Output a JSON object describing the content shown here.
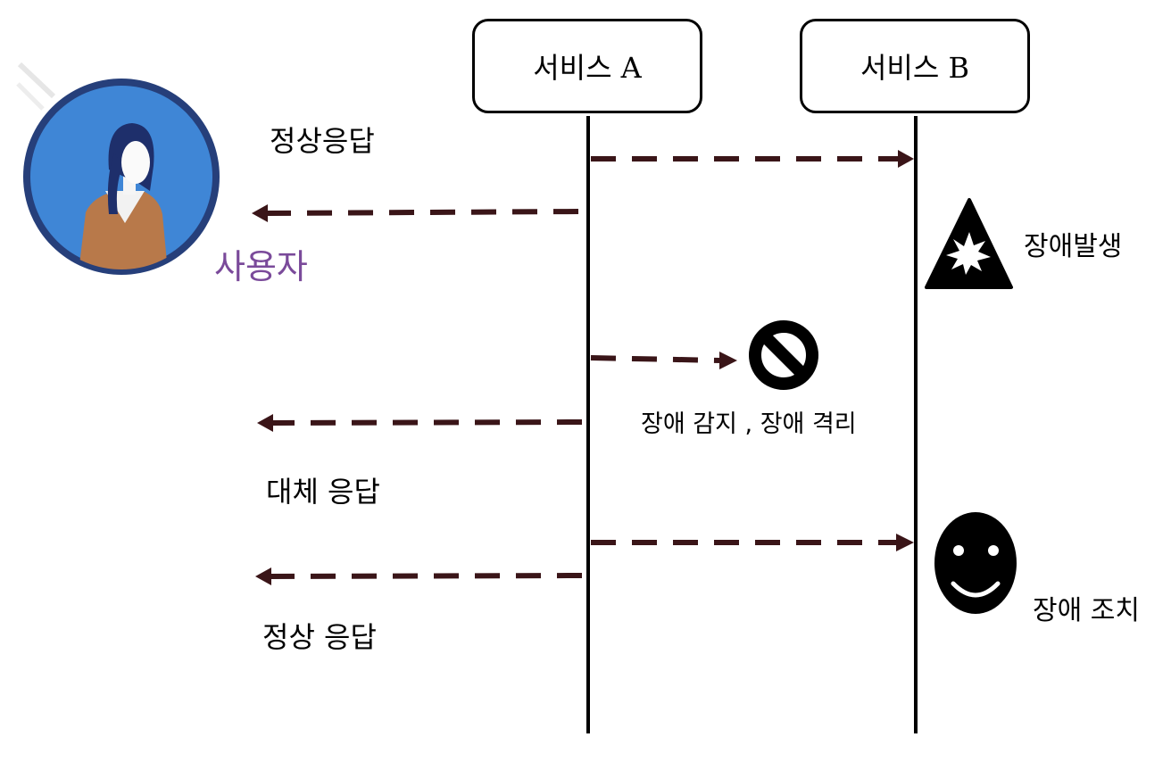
{
  "participants": {
    "service_a": "서비스 A",
    "service_b": "서비스 B",
    "user": "사용자"
  },
  "messages": {
    "normal_response_1": "정상응답",
    "failure_occurred": "장애발생",
    "detect_isolate": "장애 감지 , 장애 격리",
    "fallback_response": "대체 응답",
    "failure_resolved": "장애 조치",
    "normal_response_2": "정상 응답"
  },
  "icons": {
    "user": "user-avatar-icon",
    "failure": "explosion-warning-icon",
    "blocked": "prohibited-icon",
    "resolved": "smiley-face-icon"
  },
  "colors": {
    "arrow": "#3a1518",
    "user_label": "#7a4a9a",
    "avatar_ring": "#263f7a",
    "avatar_bg": "#3f86d6"
  }
}
